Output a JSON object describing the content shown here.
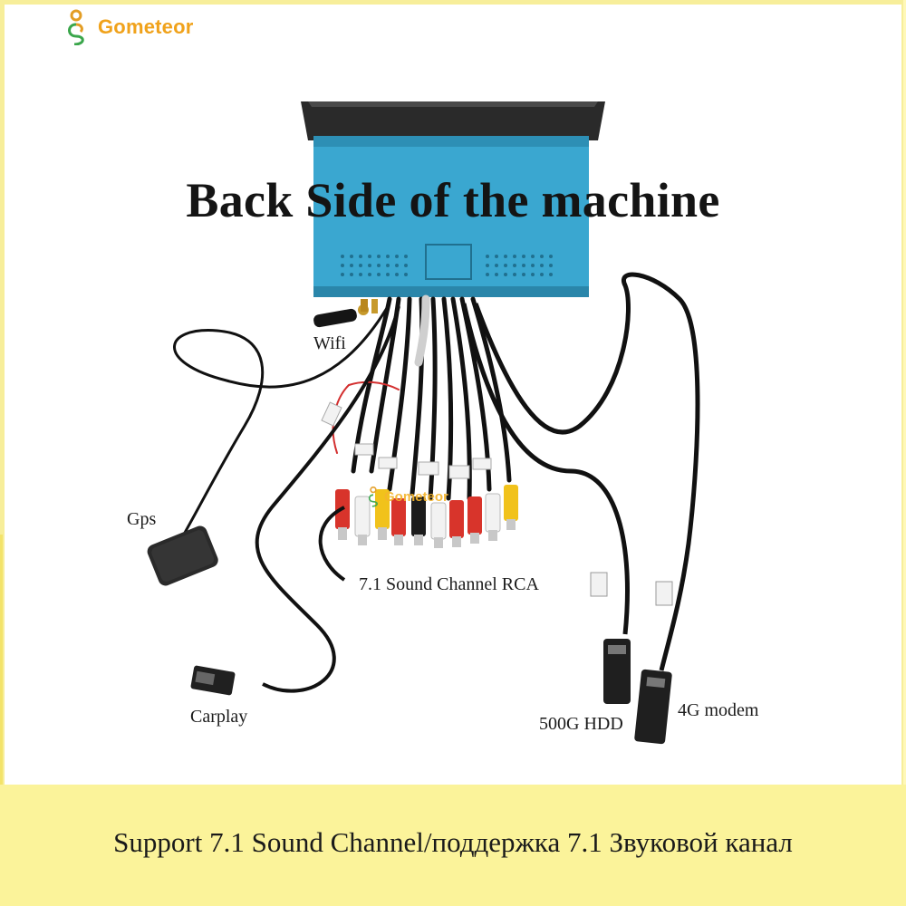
{
  "brand": {
    "name": "Gometeor",
    "accent": "#f0a21b"
  },
  "title": "Back Side of the machine",
  "labels": {
    "wifi": "Wifi",
    "gps": "Gps",
    "rca": "7.1 Sound Channel RCA",
    "carplay": "Carplay",
    "hdd": "500G HDD",
    "modem": "4G modem"
  },
  "banner": {
    "text": "Support 7.1 Sound Channel/поддержка 7.1 Звуковой канал",
    "background": "#fbf39a"
  },
  "colors": {
    "device_body": "#3aa7d0",
    "cable": "#111111",
    "rca_red": "#d8342b",
    "rca_white": "#f2f2f2",
    "rca_yellow": "#f1c21b"
  }
}
